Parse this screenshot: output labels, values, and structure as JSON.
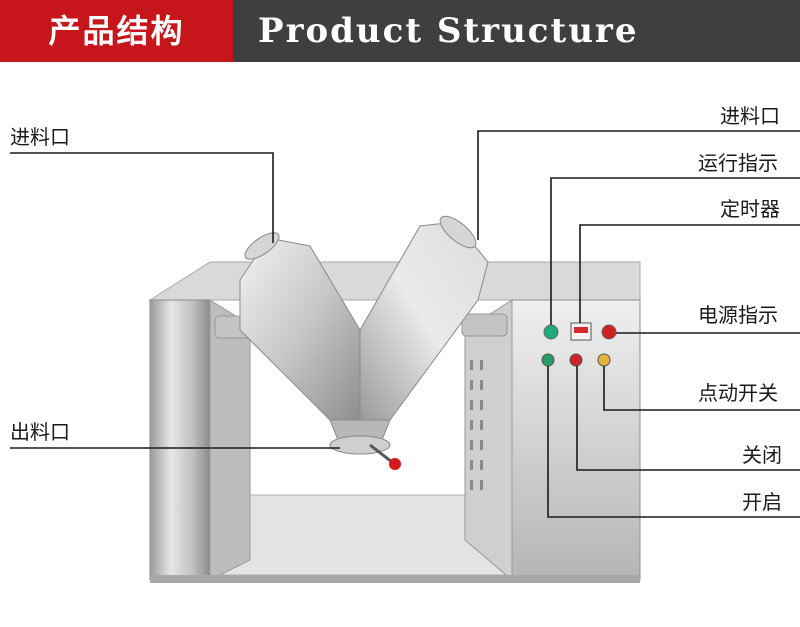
{
  "header": {
    "title_cn": "产品结构",
    "title_en": "Product Structure",
    "accent_color": "#c6161c",
    "bar_color": "#3f3f3f"
  },
  "labels": {
    "inlet_left": "进料口",
    "inlet_right": "进料口",
    "run_indicator": "运行指示",
    "timer": "定时器",
    "power_indicator": "电源指示",
    "jog_switch": "点动开关",
    "off": "关闭",
    "on": "开启",
    "outlet": "出料口"
  }
}
